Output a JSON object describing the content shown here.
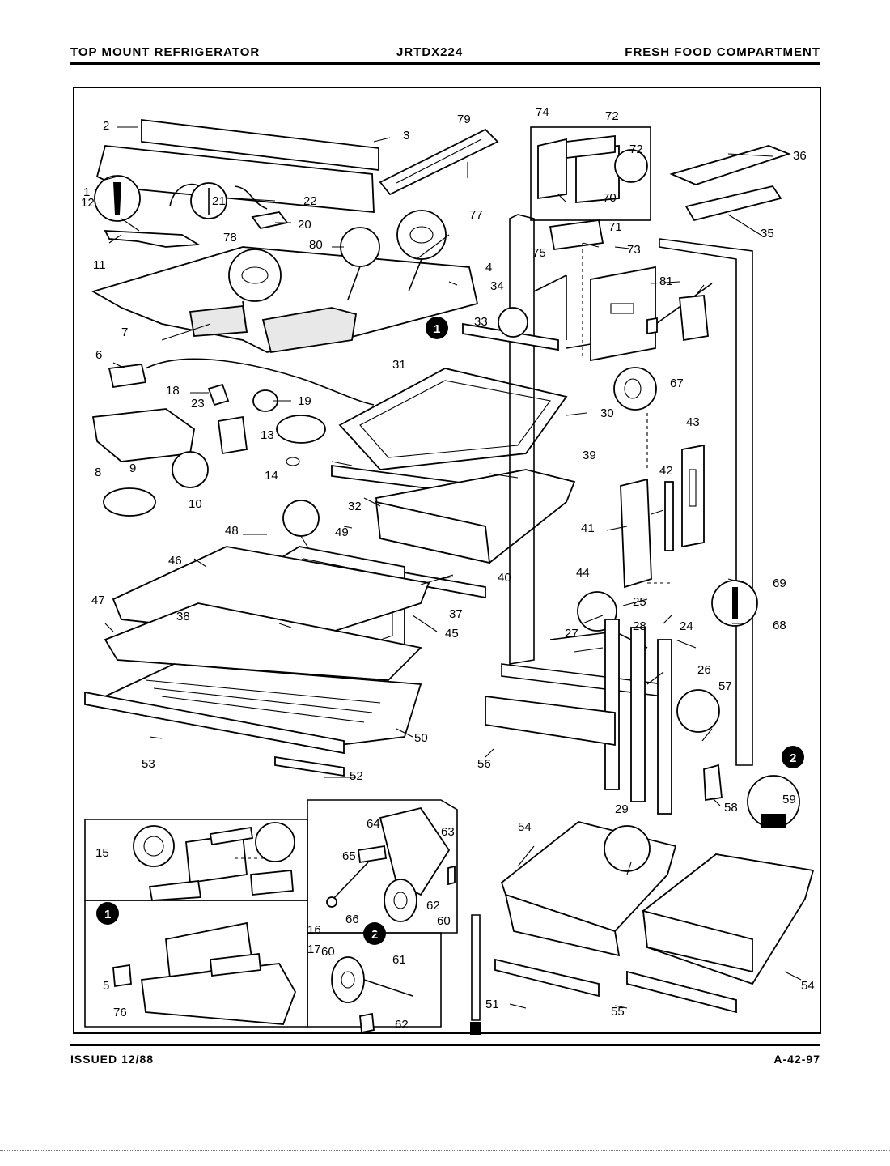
{
  "header": {
    "left": "TOP MOUNT REFRIGERATOR",
    "center": "JRTDX224",
    "right": "FRESH FOOD COMPARTMENT"
  },
  "footer": {
    "left": "ISSUED 12/88",
    "right": "A-42-97"
  },
  "callouts": {
    "c1": "1",
    "c2": "2"
  },
  "labels": [
    "1",
    "2",
    "3",
    "4",
    "5",
    "6",
    "7",
    "8",
    "9",
    "10",
    "11",
    "12",
    "13",
    "14",
    "15",
    "16",
    "17",
    "18",
    "19",
    "20",
    "21",
    "22",
    "23",
    "24",
    "25",
    "26",
    "27",
    "28",
    "29",
    "30",
    "31",
    "32",
    "33",
    "34",
    "35",
    "36",
    "37",
    "38",
    "39",
    "40",
    "41",
    "42",
    "43",
    "44",
    "45",
    "46",
    "47",
    "48",
    "49",
    "50",
    "51",
    "52",
    "53",
    "54",
    "54",
    "55",
    "56",
    "57",
    "58",
    "59",
    "60",
    "60",
    "61",
    "62",
    "62",
    "63",
    "64",
    "65",
    "66",
    "67",
    "68",
    "69",
    "70",
    "71",
    "72",
    "72",
    "73",
    "74",
    "75",
    "76",
    "77",
    "78",
    "79",
    "80",
    "81"
  ]
}
